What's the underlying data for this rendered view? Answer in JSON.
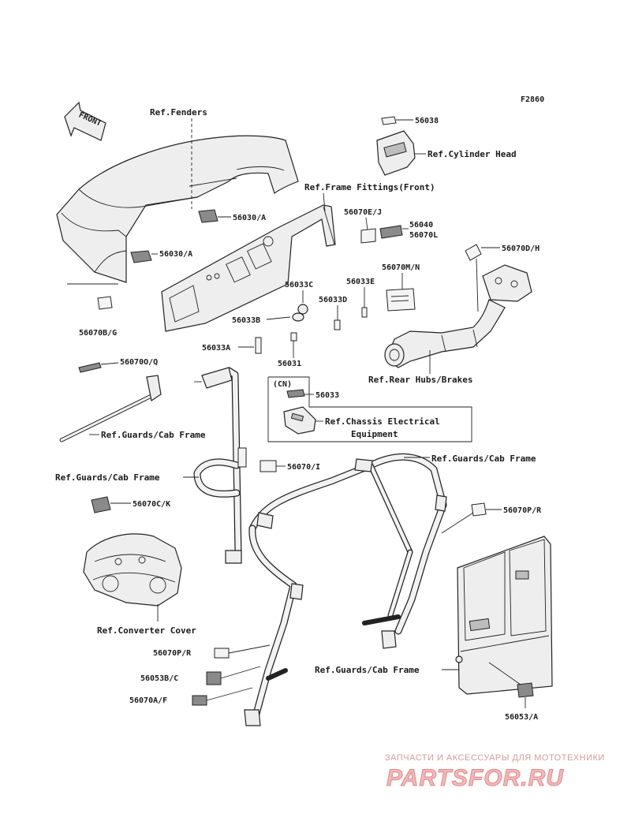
{
  "figure_id": "F2860",
  "front_arrow": "FRONT",
  "refs": {
    "fenders": "Ref.Fenders",
    "cylinder_head": "Ref.Cylinder Head",
    "frame_fittings_front": "Ref.Frame Fittings(Front)",
    "rear_hubs_brakes": "Ref.Rear Hubs/Brakes",
    "chassis_electrical_1": "Ref.Chassis Electrical",
    "chassis_electrical_2": "Equipment",
    "guards_cab_frame_left": "Ref.Guards/Cab Frame",
    "guards_cab_frame_mid": "Ref.Guards/Cab Frame",
    "guards_cab_frame_right": "Ref.Guards/Cab Frame",
    "guards_cab_frame_door": "Ref.Guards/Cab Frame",
    "converter_cover": "Ref.Converter Cover"
  },
  "cn_label": "(CN)",
  "parts": {
    "p56038": "56038",
    "p56030A_1": "56030/A",
    "p56030A_2": "56030/A",
    "p56070EJ": "56070E/J",
    "p56040": "56040",
    "p56070L": "56070L",
    "p56070DH": "56070D/H",
    "p56070MN": "56070M/N",
    "p56033C": "56033C",
    "p56033E": "56033E",
    "p56033D": "56033D",
    "p56033B": "56033B",
    "p56070BG": "56070B/G",
    "p56033A": "56033A",
    "p56031": "56031",
    "p56070OQ": "56070O/Q",
    "p56033": "56033",
    "p56070I": "56070/I",
    "p56070CK": "56070C/K",
    "p56070PR_1": "56070P/R",
    "p56070PR_2": "56070P/R",
    "p56053BC": "56053B/C",
    "p56070AF": "56070A/F",
    "p56053A": "56053/A"
  },
  "watermark": {
    "line1": "ЗАПЧАСТИ И АКСЕССУАРЫ ДЛЯ МОТОТЕХНИКИ",
    "line2": "PARTSFOR.RU"
  }
}
